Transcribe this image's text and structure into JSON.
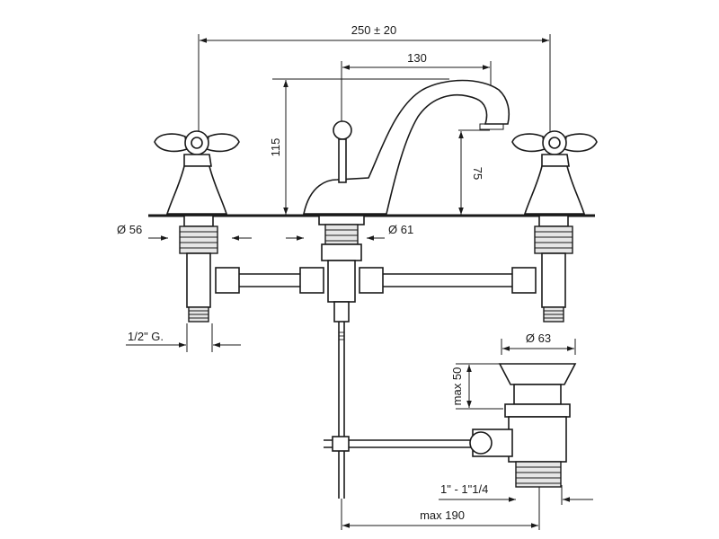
{
  "dimensions": {
    "overall_width": "250 ± 20",
    "spout_reach": "130",
    "spout_height": "115",
    "outlet_height": "75",
    "handle_base_dia": "Ø 56",
    "spout_base_dia": "Ø 61",
    "inlet_thread": "1/2\" G.",
    "waste_dia": "Ø 63",
    "waste_height": "max 50",
    "waste_thread": "1\" - 1\"1/4",
    "rod_length": "max 190"
  }
}
